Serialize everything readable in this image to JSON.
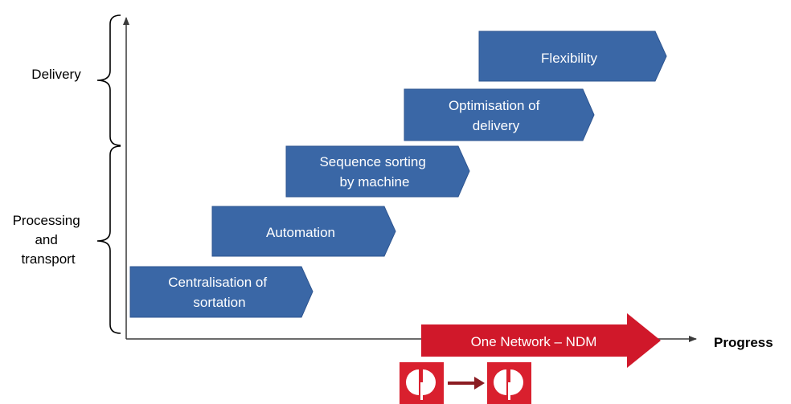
{
  "axis": {
    "x_label": "Progress"
  },
  "categories": [
    {
      "lines": [
        "Delivery"
      ]
    },
    {
      "lines": [
        "Processing",
        "and",
        "transport"
      ]
    }
  ],
  "steps": [
    {
      "lines": [
        "Centralisation  of",
        "sortation"
      ]
    },
    {
      "lines": [
        "Automation"
      ]
    },
    {
      "lines": [
        "Sequence sorting",
        "by machine"
      ]
    },
    {
      "lines": [
        "Optimisation of",
        "delivery"
      ]
    },
    {
      "lines": [
        "Flexibility"
      ]
    }
  ],
  "banner": {
    "label": "One Network – NDM"
  },
  "logos": {
    "transition": "logo-old -> logo-new",
    "icon": "australia-post-logo-icon"
  },
  "colors": {
    "step_fill": "#3a67a6",
    "step_stroke": "#2e5590",
    "banner_fill": "#d0182a",
    "logo_red": "#d9202e",
    "logo_arrow": "#8b1c22",
    "axis": "#3a3a3a"
  }
}
